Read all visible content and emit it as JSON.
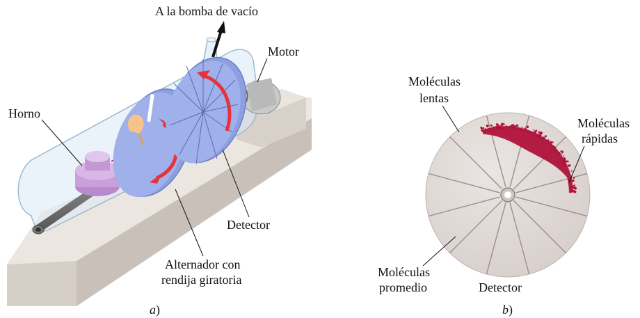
{
  "panel_a": {
    "caption_letter": "a",
    "caption_paren": ")",
    "labels": {
      "vacuum_pump": "A la bomba de vacío",
      "motor": "Motor",
      "oven": "Horno",
      "detector": "Detector",
      "chopper_line1": "Alternador con",
      "chopper_line2": "rendija giratoria"
    }
  },
  "panel_b": {
    "caption_letter": "b",
    "caption_paren": ")",
    "labels": {
      "slow_line1": "Moléculas",
      "slow_line2": "lentas",
      "fast_line1": "Moléculas",
      "fast_line2": "rápidas",
      "average_line1": "Moléculas",
      "average_line2": "promedio",
      "detector": "Detector"
    }
  },
  "colors": {
    "disk_blue": "#8e9fe0",
    "arrow_red": "#e8323a",
    "deposit_crimson": "#b0123a",
    "base_gray": "#ddd7d0",
    "glass": "#dbe9f5",
    "oven_purple": "#c9a0d9",
    "detector_disk": "#e2dbd8"
  }
}
